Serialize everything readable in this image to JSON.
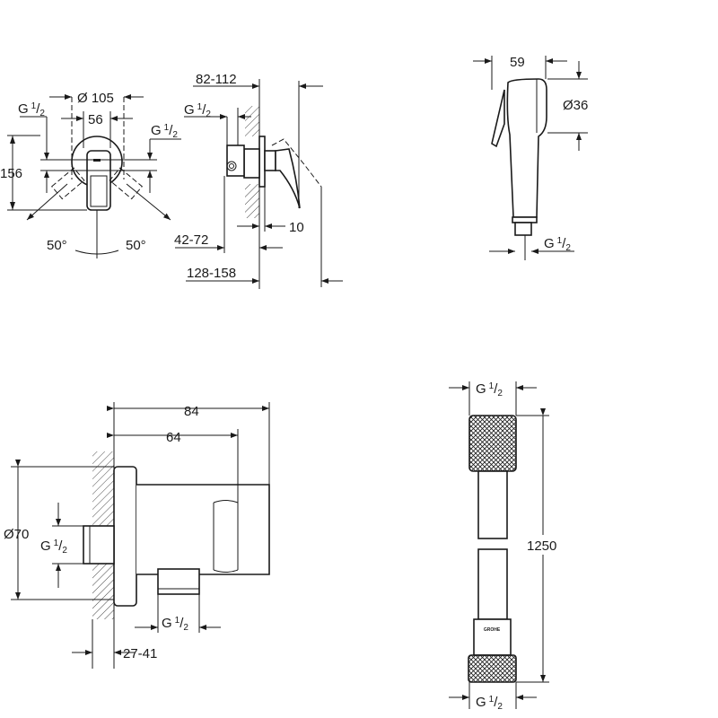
{
  "thread_label": {
    "letter": "G",
    "num": "1",
    "den": "2"
  },
  "mixer_front": {
    "dia_outer": "Ø 105",
    "width_inner": "56",
    "height": "156",
    "angle_left": "50°",
    "angle_right": "50°"
  },
  "mixer_side": {
    "depth_range": "82-112",
    "wall_range": "42-72",
    "plate": "10",
    "total_range": "128-158"
  },
  "hand_shower": {
    "length": "59",
    "diameter": "Ø36"
  },
  "wall_elbow": {
    "width": "84",
    "inner_width": "64",
    "diameter": "Ø70",
    "offset_range": "27-41"
  },
  "hose": {
    "length": "1250",
    "logo": "GROHE"
  }
}
